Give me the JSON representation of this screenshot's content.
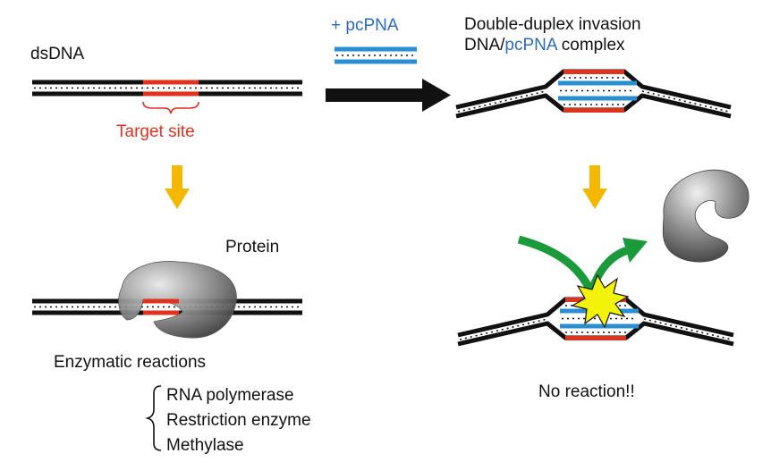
{
  "labels": {
    "dsdna": "dsDNA",
    "target_site": "Target site",
    "plus_pcpna": "+ pcPNA",
    "complex_line1": "Double-duplex invasion",
    "complex_line2_prefix": "DNA/",
    "complex_line2_pcpna": "pcPNA",
    "complex_line2_suffix": " complex",
    "protein": "Protein",
    "enzymatic_reactions": "Enzymatic reactions",
    "no_reaction": "No reaction!!"
  },
  "enzyme_list": [
    "RNA polymerase",
    "Restriction enzyme",
    "Methylase"
  ],
  "colors": {
    "dna_strand": "#111111",
    "target_site": "#e0321c",
    "pcpna": "#2a8fd0",
    "yellow_arrow": "#f5b800",
    "green_arrow": "#1a9a3a",
    "starburst": "#f2f20a",
    "protein_gray": "#7a7a7a"
  },
  "icons": [
    "right-arrow-icon",
    "down-arrow-icon",
    "curved-arrow-icon",
    "starburst-icon",
    "protein-blob-icon"
  ]
}
